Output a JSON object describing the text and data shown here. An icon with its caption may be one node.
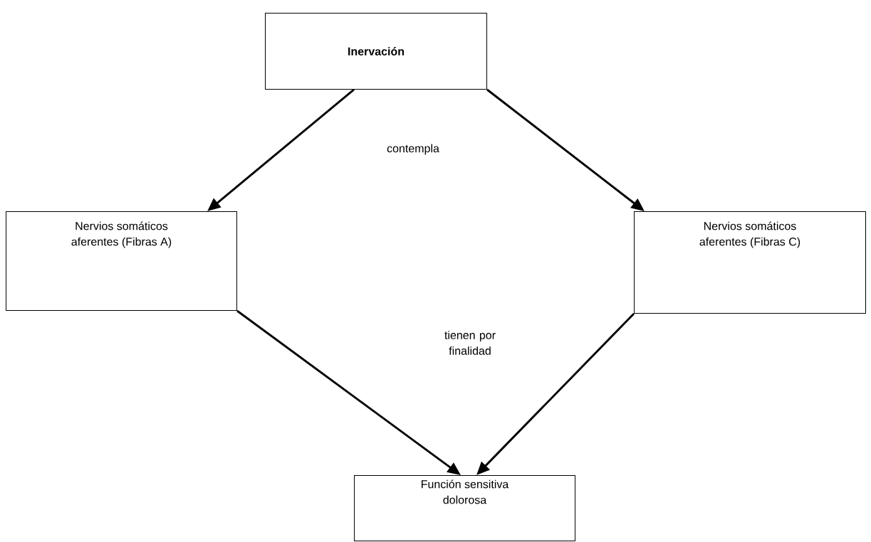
{
  "diagram": {
    "nodes": [
      {
        "text": [
          "Inervación"
        ]
      },
      {
        "text": [
          "Nervios somáticos aferentes (Fibras A)"
        ]
      },
      {
        "text": [
          "Nervios somáticos aferentes (Fibras C)"
        ]
      },
      {
        "text": [
          "Función sensitiva dolorosa"
        ]
      }
    ],
    "edges": [
      {
        "from": 0,
        "to": 1,
        "arrow": "to"
      },
      {
        "from": 0,
        "to": 2,
        "arrow": "to"
      },
      {
        "from": 1,
        "to": 3,
        "arrow": "to"
      },
      {
        "from": 2,
        "to": 3,
        "arrow": "to"
      }
    ],
    "labels": [
      "contempla",
      "tienen por finalidad"
    ]
  }
}
